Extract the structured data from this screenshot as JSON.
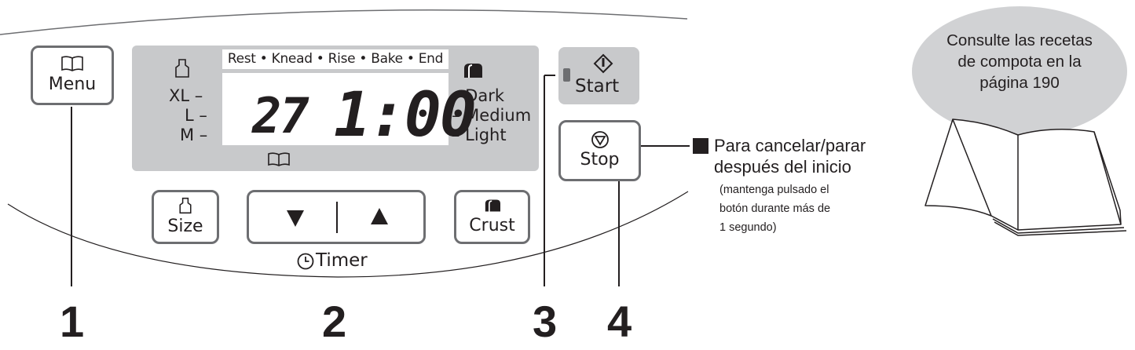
{
  "buttons": {
    "menu": "Menu",
    "size": "Size",
    "crust": "Crust",
    "start": "Start",
    "stop": "Stop",
    "timer": "Timer"
  },
  "display": {
    "stages": "Rest • Knead • Rise • Bake • End",
    "menu_number": "27",
    "time": "1:00",
    "size_levels": [
      "XL –",
      "L –",
      "M –"
    ],
    "crust_levels": [
      "– Dark",
      "– Medium",
      "– Light"
    ]
  },
  "callouts": [
    "1",
    "2",
    "3",
    "4"
  ],
  "stop_note": {
    "title_line1": "Para cancelar/parar",
    "title_line2": "después del inicio",
    "detail_lines": [
      "(mantenga pulsado el",
      "botón durante más de",
      "1 segundo)"
    ]
  },
  "bubble": {
    "lines": [
      "Consulte las recetas",
      "de compota en la",
      "página 190"
    ]
  },
  "colors": {
    "panel_gray": "#c8c9cb",
    "border_gray": "#6d6e71",
    "ink": "#231f20",
    "bubble_gray": "#d1d2d4"
  },
  "icons": [
    "book-icon",
    "bread-size-icon",
    "bread-loaf-icon",
    "start-icon",
    "stop-icon",
    "clock-icon",
    "down-arrow-icon",
    "up-arrow-icon",
    "square-bullet-icon",
    "open-book-icon"
  ]
}
